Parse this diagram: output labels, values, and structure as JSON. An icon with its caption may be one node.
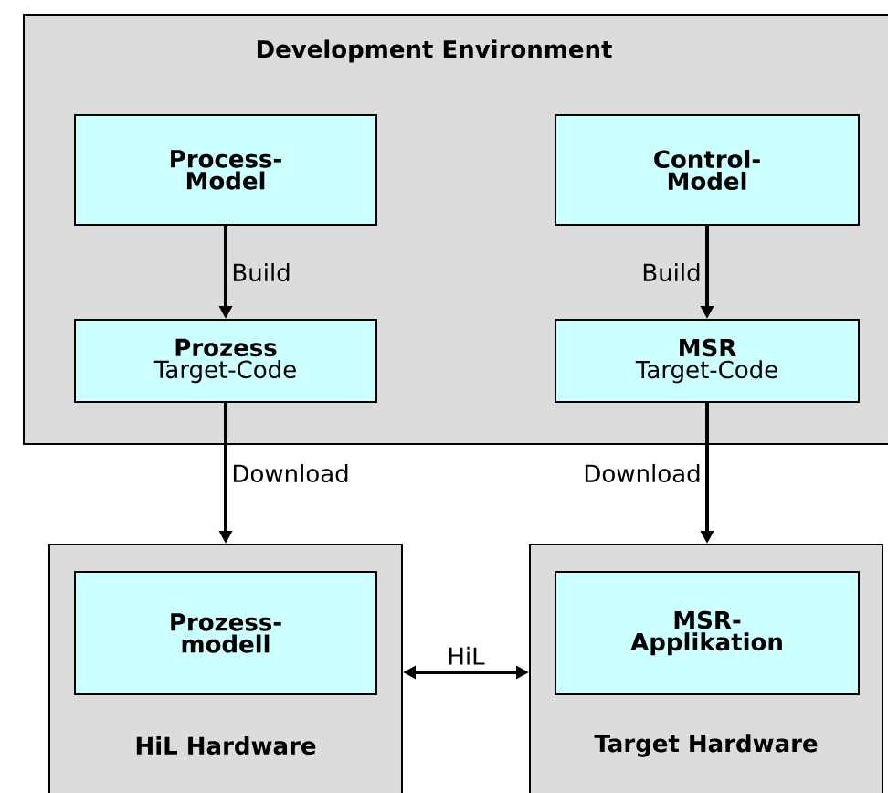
{
  "diagram": {
    "nodes": [
      {
        "text": [
          "Development Environment"
        ]
      },
      {
        "text": [
          "Process-Model"
        ],
        "in": 0
      },
      {
        "text": [
          "Control-Model"
        ],
        "in": 0
      },
      {
        "text": [
          "Prozess",
          "Target-Code"
        ],
        "in": 0
      },
      {
        "text": [
          "MSR",
          "Target-Code"
        ],
        "in": 0
      },
      {
        "text": [
          "HiL Hardware"
        ]
      },
      {
        "text": [
          "Prozess-modell"
        ],
        "in": 5
      },
      {
        "text": [
          "Target Hardware"
        ]
      },
      {
        "text": [
          "MSR-Applikation"
        ],
        "in": 7
      }
    ],
    "edges": [
      {
        "from": 1,
        "to": 3,
        "arrow": "to",
        "label": "Build"
      },
      {
        "from": 2,
        "to": 4,
        "arrow": "to",
        "label": "Build"
      },
      {
        "from": 3,
        "to": 5,
        "arrow": "to",
        "label": "Download"
      },
      {
        "from": 4,
        "to": 7,
        "arrow": "to",
        "label": "Download"
      },
      {
        "from": 5,
        "to": 7,
        "arrow": "both",
        "label": "HiL"
      }
    ]
  }
}
